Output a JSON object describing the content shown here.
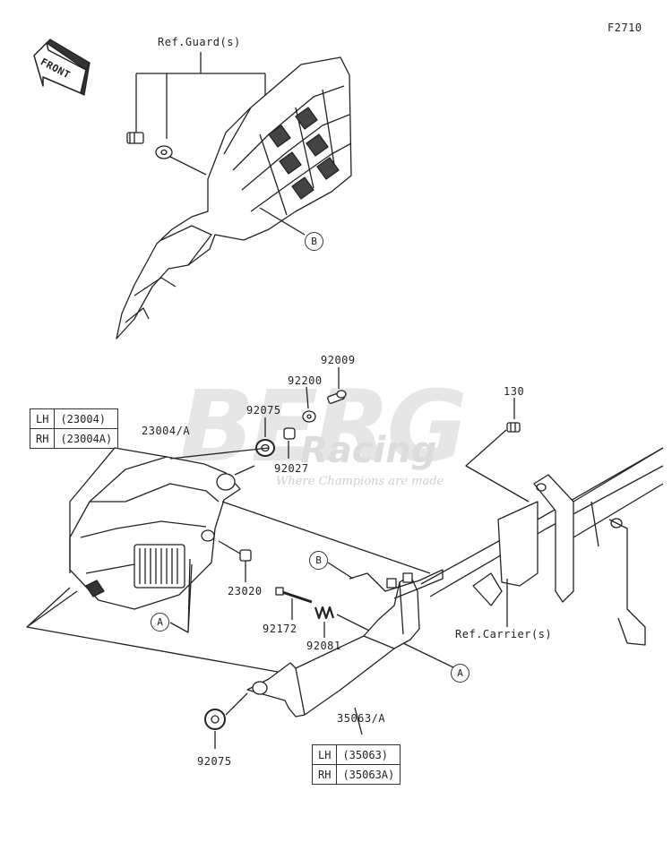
{
  "figure_code": "F2710",
  "front_label": "FRONT",
  "watermark": {
    "main": "BERG",
    "sub": "Racing",
    "tagline": "Where Champions are made"
  },
  "refs": {
    "guard": "Ref.Guard(s)",
    "carrier": "Ref.Carrier(s)"
  },
  "callouts": {
    "a": "A",
    "b": "B"
  },
  "parts": {
    "p92009": "92009",
    "p92200": "92200",
    "p130": "130",
    "p92075_top": "92075",
    "p23004a": "23004/A",
    "p92027": "92027",
    "p23020": "23020",
    "p92172": "92172",
    "p92081": "92081",
    "p35063a": "35063/A",
    "p92075_bottom": "92075"
  },
  "table_light": [
    {
      "side": "LH",
      "code": "(23004)"
    },
    {
      "side": "RH",
      "code": "(23004A)"
    }
  ],
  "table_bracket": [
    {
      "side": "LH",
      "code": "(35063)"
    },
    {
      "side": "RH",
      "code": "(35063A)"
    }
  ]
}
